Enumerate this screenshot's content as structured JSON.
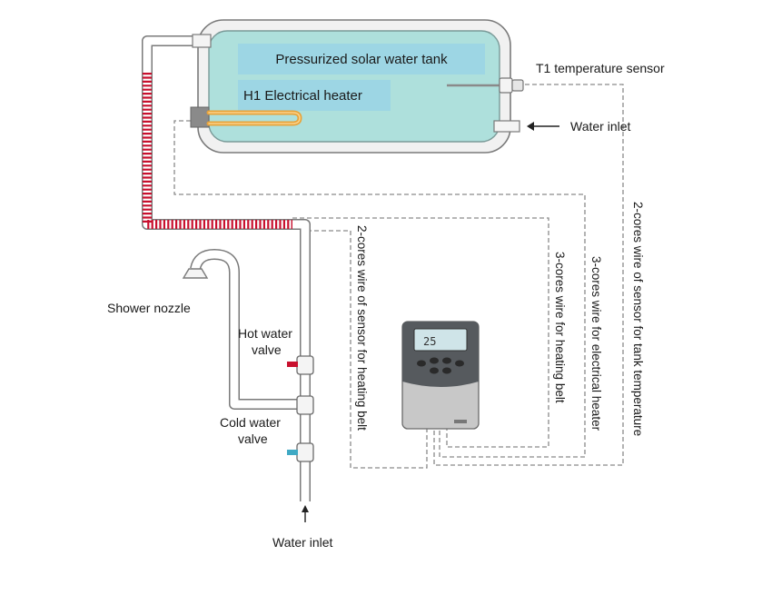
{
  "tank": {
    "title": "Pressurized solar water tank",
    "heater_label": "H1 Electrical heater"
  },
  "sensor": {
    "label": "T1 temperature sensor"
  },
  "tank_inlet": {
    "label": "Water inlet"
  },
  "shower": {
    "label": "Shower nozzle"
  },
  "hot_valve": {
    "line1": "Hot water",
    "line2": "valve"
  },
  "cold_valve": {
    "line1": "Cold water",
    "line2": "valve"
  },
  "bottom_inlet": {
    "label": "Water inlet"
  },
  "wires": {
    "heating_belt_sensor": "2-cores wire of sensor for heating belt",
    "heating_belt_power": "3-cores wire for heating belt",
    "electrical_heater": "3-cores wire for electrical heater",
    "tank_temp_sensor": "2-cores wire of sensor for tank temperature"
  },
  "controller": {
    "display_value": "25"
  },
  "colors": {
    "tank_water": "#aee0dc",
    "heating_belt": "#c8102e",
    "heater_element": "#e8a33a",
    "hot_marker": "#c8102e",
    "cold_marker": "#3fa9c4"
  }
}
